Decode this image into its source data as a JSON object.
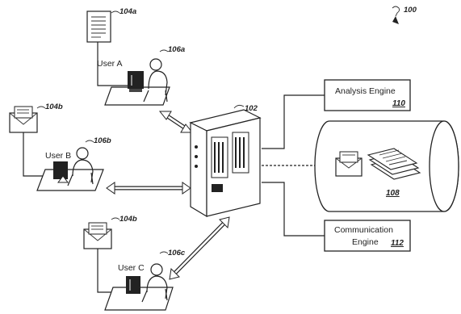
{
  "figure_ref": "100",
  "server": {
    "ref": "102"
  },
  "users": [
    {
      "label": "User A",
      "ref": "106a",
      "doc_ref": "104a"
    },
    {
      "label": "User B",
      "ref": "106b",
      "doc_ref": "104b"
    },
    {
      "label": "User C",
      "ref": "106c",
      "doc_ref": "104b"
    }
  ],
  "analysis_engine": {
    "label": "Analysis Engine",
    "ref": "110"
  },
  "storage": {
    "ref": "108"
  },
  "communication_engine": {
    "line1": "Communication",
    "line2": "Engine",
    "ref": "112"
  }
}
